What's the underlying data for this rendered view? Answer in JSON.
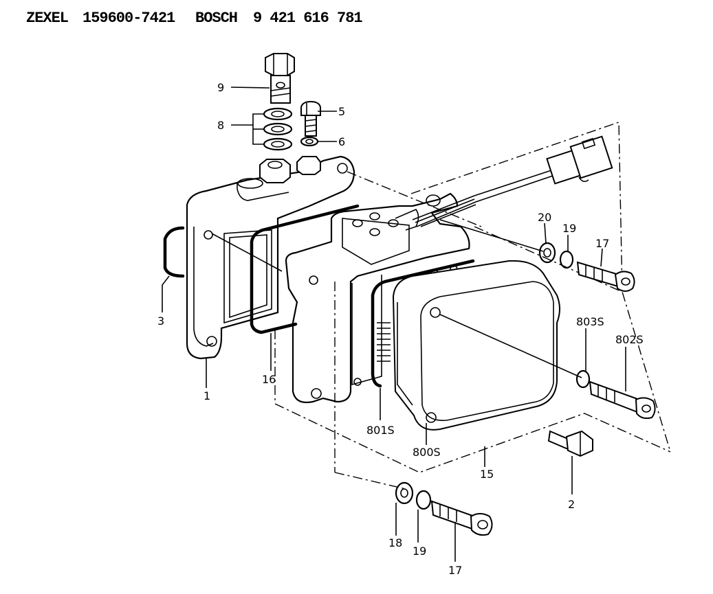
{
  "header": {
    "brand1": "ZEXEL",
    "part1": "159600-7421",
    "brand2": "BOSCH",
    "part2": "9 421 616 781"
  },
  "callouts": [
    {
      "id": "c9",
      "text": "9"
    },
    {
      "id": "c8",
      "text": "8"
    },
    {
      "id": "c5",
      "text": "5"
    },
    {
      "id": "c6",
      "text": "6"
    },
    {
      "id": "c3",
      "text": "3"
    },
    {
      "id": "c1",
      "text": "1"
    },
    {
      "id": "c16",
      "text": "16"
    },
    {
      "id": "c20",
      "text": "20"
    },
    {
      "id": "c19a",
      "text": "19"
    },
    {
      "id": "c17a",
      "text": "17"
    },
    {
      "id": "c803s",
      "text": "803S"
    },
    {
      "id": "c802s",
      "text": "802S"
    },
    {
      "id": "c801s",
      "text": "801S"
    },
    {
      "id": "c800s",
      "text": "800S"
    },
    {
      "id": "c15",
      "text": "15"
    },
    {
      "id": "c2",
      "text": "2"
    },
    {
      "id": "c18",
      "text": "18"
    },
    {
      "id": "c19b",
      "text": "19"
    },
    {
      "id": "c17b",
      "text": "17"
    }
  ]
}
